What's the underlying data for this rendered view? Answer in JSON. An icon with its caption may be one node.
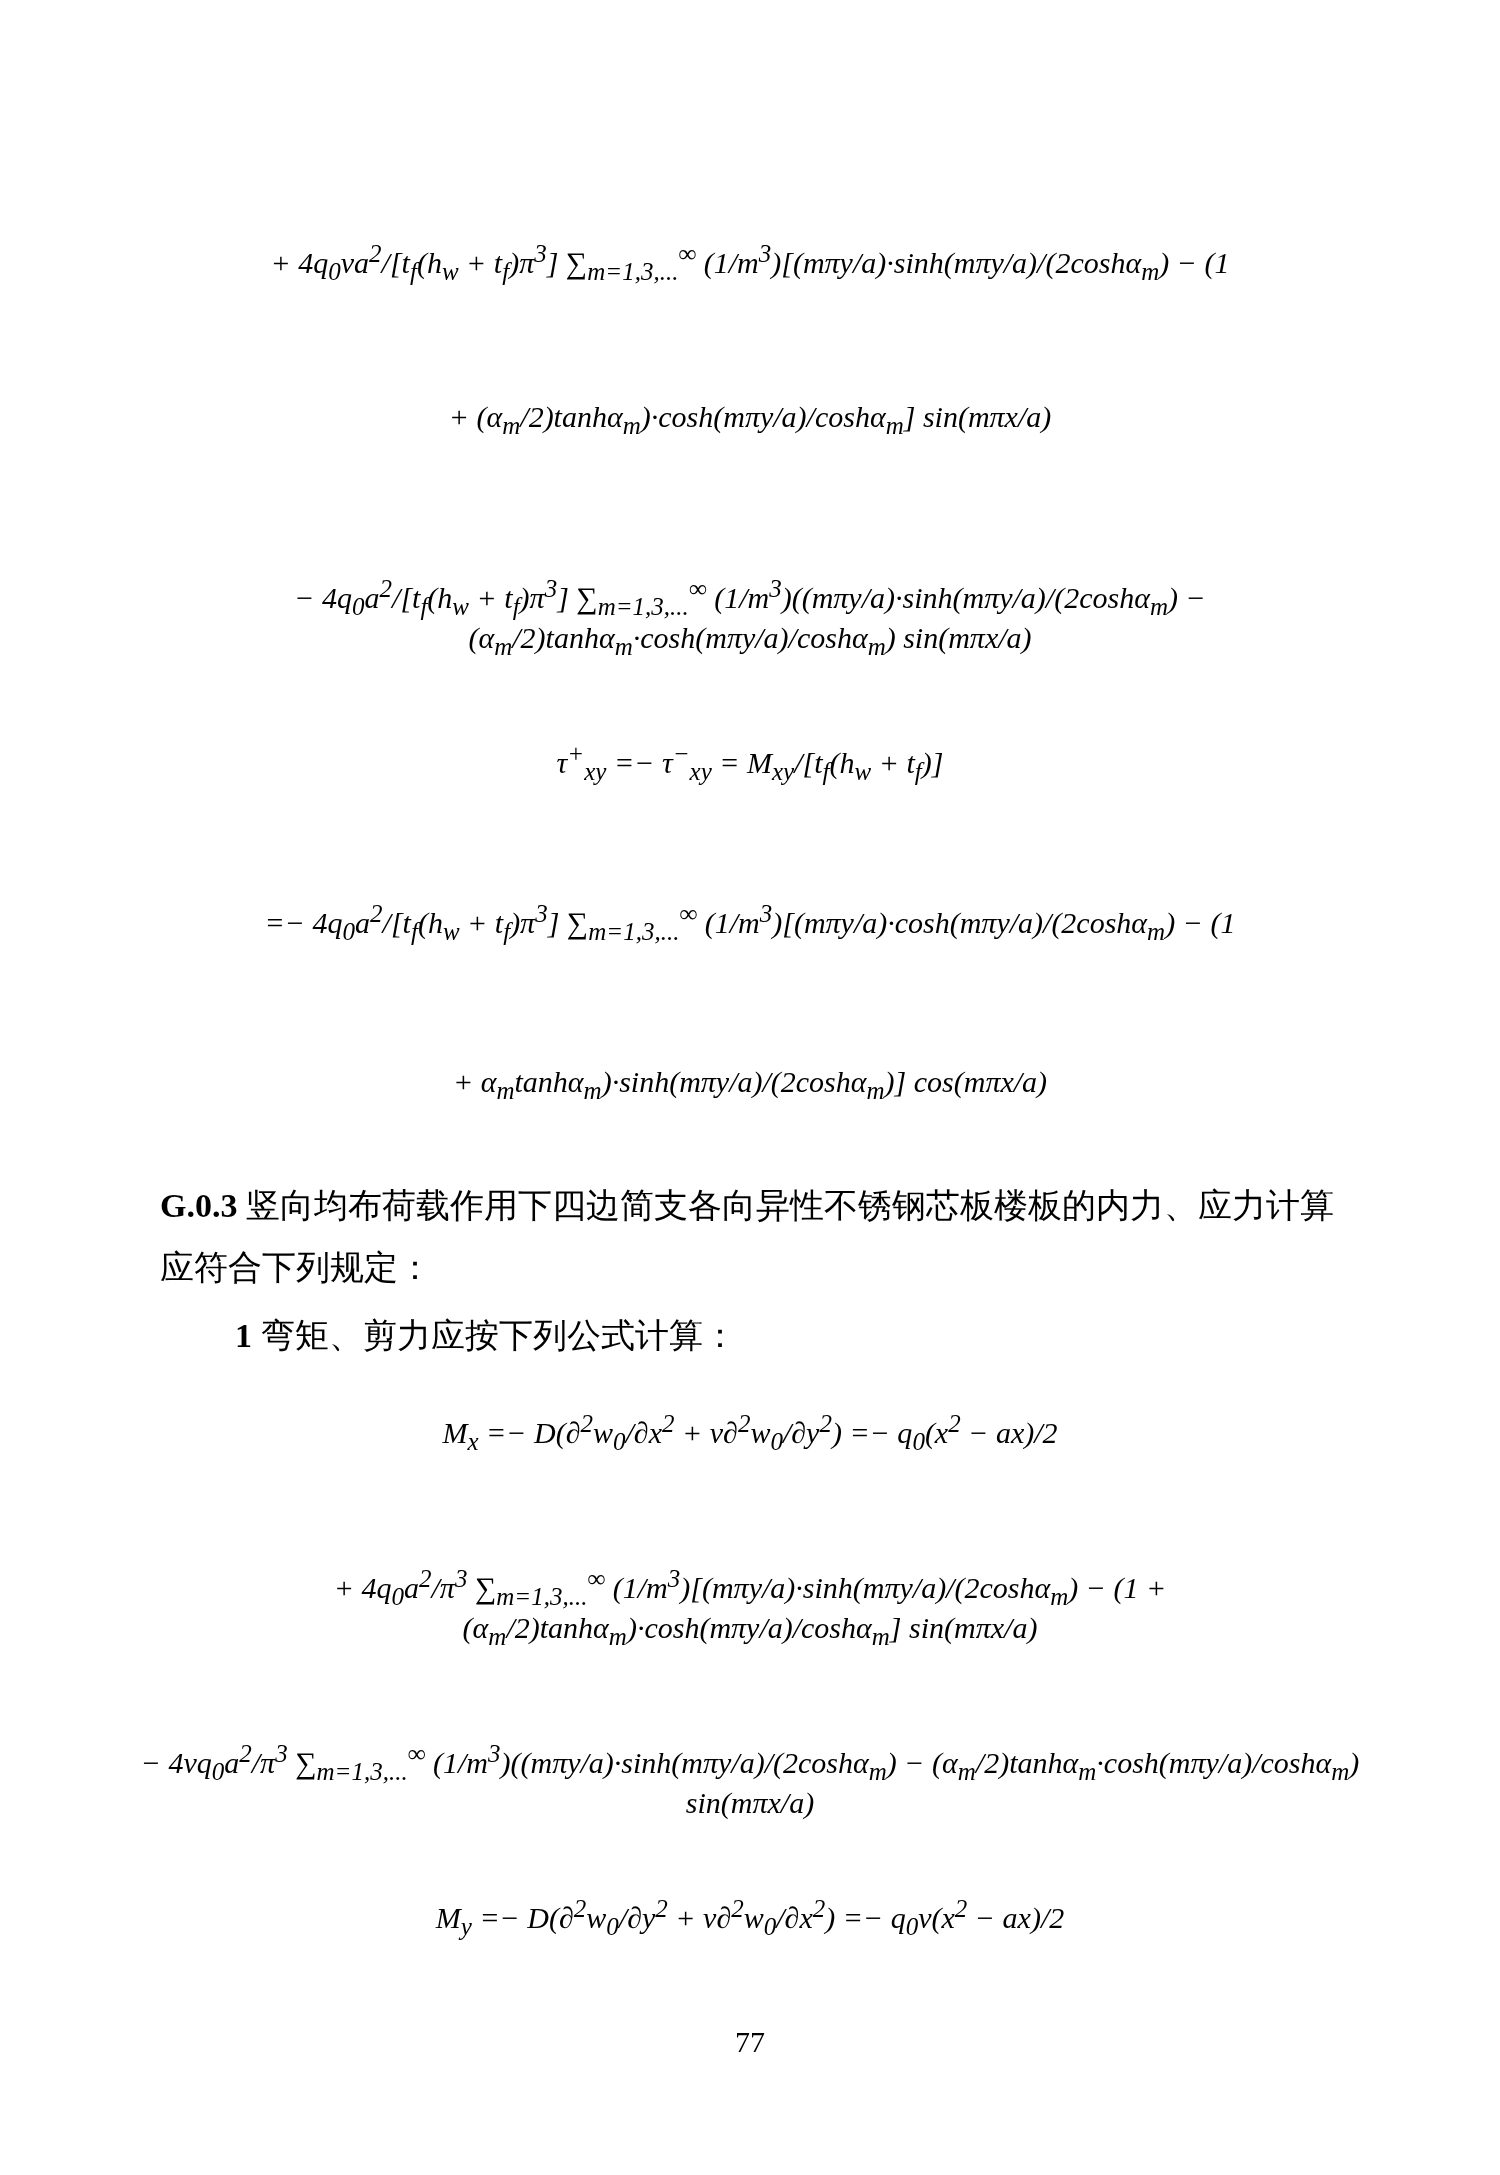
{
  "diagram": {
    "labels": [
      "+ 4q$_{0}$νa$^{2}$/[t$_{f}$(h$_{w}$ + t$_{f}$)π$^{3}$] ∑$_{m=1,3,...}$$^{∞}$ (1/m$^{3}$)[(mπy/a)·sinh(mπy/a)/(2coshα$_{m}$) − (1",
      "+ (α$_{m}$/2)tanhα$_{m}$)·cosh(mπy/a)/coshα$_{m}$] sin(mπx/a)",
      "− 4q$_{0}$a$^{2}$/[t$_{f}$(h$_{w}$ + t$_{f}$)π$^{3}$] ∑$_{m=1,3,...}$$^{∞}$ (1/m$^{3}$)((mπy/a)·sinh(mπy/a)/(2coshα$_{m}$) − (α$_{m}$/2)tanhα$_{m}$·cosh(mπy/a)/coshα$_{m}$) sin(mπx/a)",
      "τ$^{+}$$_{xy}$ =− τ$^{−}$$_{xy}$ = M$_{xy}$/[t$_{f}$(h$_{w}$ + t$_{f}$)]",
      "=− 4q$_{0}$a$^{2}$/[t$_{f}$(h$_{w}$ + t$_{f}$)π$^{3}$] ∑$_{m=1,3,...}$$^{∞}$ (1/m$^{3}$)[(mπy/a)·cosh(mπy/a)/(2coshα$_{m}$) − (1",
      "+ α$_{m}$tanhα$_{m}$)·sinh(mπy/a)/(2coshα$_{m}$)] cos(mπx/a)",
      "**G.0.3** 竖向均布荷载作用下四边简支各向异性不锈钢芯板楼板的内力、应力计算应符合下列规定：",
      "**1** 弯矩、剪力应按下列公式计算：",
      "M$_{x}$ =− D(∂$^{2}$w$_{0}$/∂x$^{2}$ + ν∂$^{2}$w$_{0}$/∂y$^{2}$) =− q$_{0}$(x$^{2}$ − ax)/2",
      "+ 4q$_{0}$a$^{2}$/π$^{3}$ ∑$_{m=1,3,...}$$^{∞}$ (1/m$^{3}$)[(mπy/a)·sinh(mπy/a)/(2coshα$_{m}$) − (1 + (α$_{m}$/2)tanhα$_{m}$)·cosh(mπy/a)/coshα$_{m}$] sin(mπx/a)",
      "− 4νq$_{0}$a$^{2}$/π$^{3}$ ∑$_{m=1,3,...}$$^{∞}$ (1/m$^{3}$)((mπy/a)·sinh(mπy/a)/(2coshα$_{m}$) − (α$_{m}$/2)tanhα$_{m}$·cosh(mπy/a)/coshα$_{m}$) sin(mπx/a)",
      "M$_{y}$ =− D(∂$^{2}$w$_{0}$/∂y$^{2}$ + ν∂$^{2}$w$_{0}$/∂x$^{2}$) =− q$_{0}$ν(x$^{2}$ − ax)/2",
      "77"
    ]
  }
}
